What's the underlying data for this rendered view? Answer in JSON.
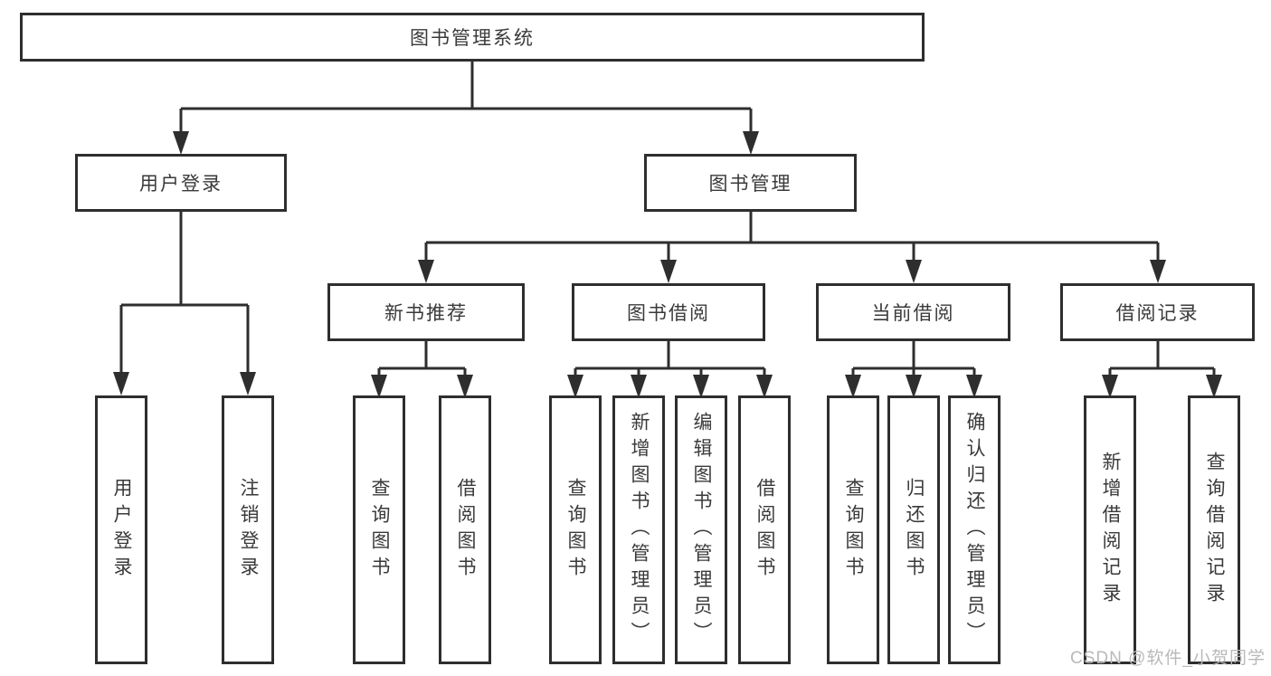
{
  "colors": {
    "line_color": "#2e2e2e",
    "text_color": "#3a3a3a",
    "watermark_color": "#b9b9b9",
    "bg_color": "#ffffff"
  },
  "tree": {
    "root": {
      "label": "图书管理系统"
    },
    "branches": [
      {
        "label": "用户登录",
        "children": [
          {
            "label": "用户登录"
          },
          {
            "label": "注销登录"
          }
        ]
      },
      {
        "label": "图书管理",
        "children": [
          {
            "label": "新书推荐",
            "children": [
              {
                "label": "查询图书"
              },
              {
                "label": "借阅图书"
              }
            ]
          },
          {
            "label": "图书借阅",
            "children": [
              {
                "label": "查询图书"
              },
              {
                "label": "新增图书（管理员）"
              },
              {
                "label": "编辑图书（管理员）"
              },
              {
                "label": "借阅图书"
              }
            ]
          },
          {
            "label": "当前借阅",
            "children": [
              {
                "label": "查询图书"
              },
              {
                "label": "归还图书"
              },
              {
                "label": "确认归还（管理员）"
              }
            ]
          },
          {
            "label": "借阅记录",
            "children": [
              {
                "label": "新增借阅记录"
              },
              {
                "label": "查询借阅记录"
              }
            ]
          }
        ]
      }
    ]
  },
  "watermark": {
    "text": "CSDN @软件_小贺同学"
  }
}
